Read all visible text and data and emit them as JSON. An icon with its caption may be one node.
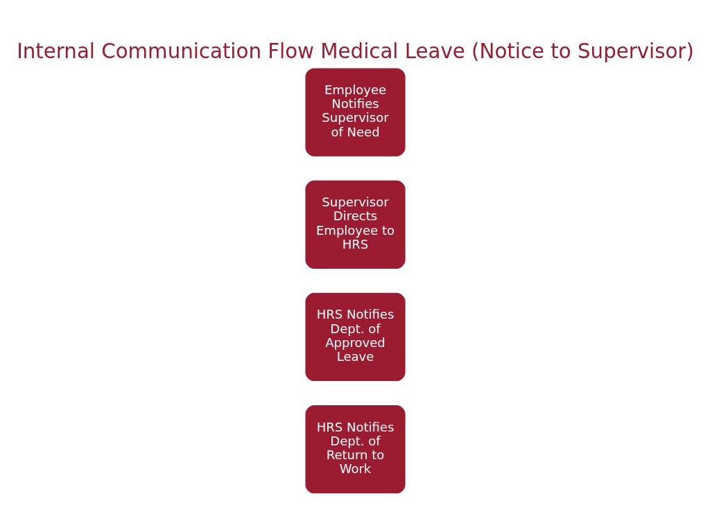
{
  "diagram": {
    "title": "Internal Communication Flow Medical Leave (Notice to Supervisor)",
    "nodes": [
      {
        "text": [
          "Employee Notifies Supervisor of Need"
        ]
      },
      {
        "text": [
          "Supervisor Directs Employee to HRS"
        ]
      },
      {
        "text": [
          "HRS Notifies Dept. of Approved Leave"
        ]
      },
      {
        "text": [
          "HRS Notifies Dept. of Return to Work"
        ]
      }
    ],
    "edges": []
  }
}
